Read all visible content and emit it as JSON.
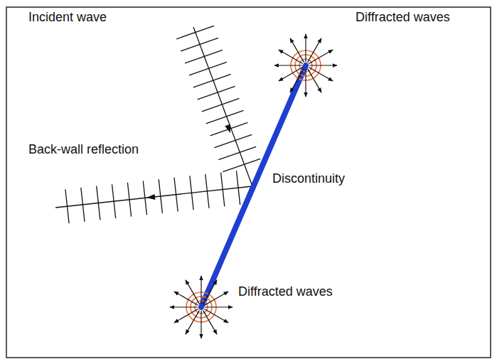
{
  "diagram": {
    "labels": [
      "Incident wave",
      "Diffracted waves",
      "Back-wall reflection",
      "Discontinuity",
      "Diffracted waves"
    ]
  }
}
